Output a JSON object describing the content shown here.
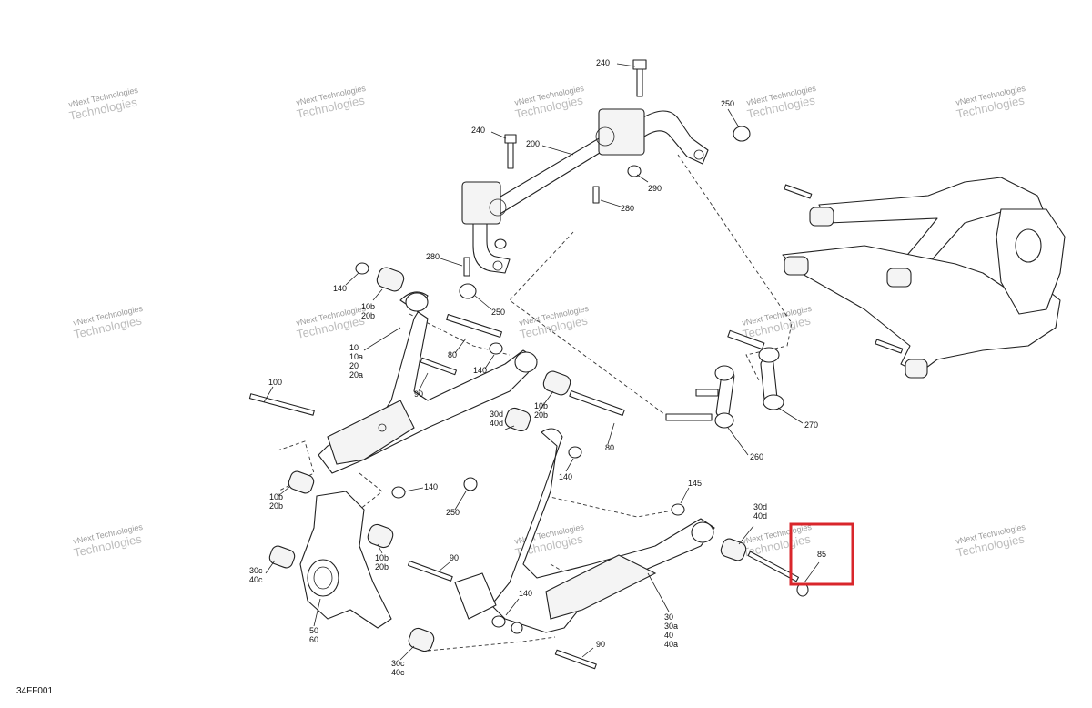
{
  "diagram": {
    "code": "34FF001",
    "watermark_line1": "vNext Technologies",
    "watermark_line2": "Technologies",
    "highlight_label": "85",
    "callouts": [
      {
        "id": "c240a",
        "text": "240"
      },
      {
        "id": "c240b",
        "text": "240"
      },
      {
        "id": "c200",
        "text": "200"
      },
      {
        "id": "c250a",
        "text": "250"
      },
      {
        "id": "c290",
        "text": "290"
      },
      {
        "id": "c280a",
        "text": "280"
      },
      {
        "id": "c280b",
        "text": "280"
      },
      {
        "id": "c250b",
        "text": "250"
      },
      {
        "id": "c140a",
        "text": "140"
      },
      {
        "id": "c10b20b_a",
        "text": "10b\n20b"
      },
      {
        "id": "c10_group",
        "text": "10\n10a\n20\n20a"
      },
      {
        "id": "c80a",
        "text": "80"
      },
      {
        "id": "c140b",
        "text": "140"
      },
      {
        "id": "c90a",
        "text": "90"
      },
      {
        "id": "c100",
        "text": "100"
      },
      {
        "id": "c10b20b_b",
        "text": "10b\n20b"
      },
      {
        "id": "c30d40d_a",
        "text": "30d\n40d"
      },
      {
        "id": "c80b",
        "text": "80"
      },
      {
        "id": "c140c",
        "text": "140"
      },
      {
        "id": "c260",
        "text": "260"
      },
      {
        "id": "c270",
        "text": "270"
      },
      {
        "id": "c140d",
        "text": "140"
      },
      {
        "id": "c250c",
        "text": "250"
      },
      {
        "id": "c10b20b_c",
        "text": "10b\n20b"
      },
      {
        "id": "c145",
        "text": "145"
      },
      {
        "id": "c30d40d_b",
        "text": "30d\n40d"
      },
      {
        "id": "c10b20b_d",
        "text": "10b\n20b"
      },
      {
        "id": "c90b",
        "text": "90"
      },
      {
        "id": "c30c40c_a",
        "text": "30c\n40c"
      },
      {
        "id": "c140e",
        "text": "140"
      },
      {
        "id": "c50_60",
        "text": "50\n60"
      },
      {
        "id": "c30_group",
        "text": "30\n30a\n40\n40a"
      },
      {
        "id": "c90c",
        "text": "90"
      },
      {
        "id": "c30c40c_b",
        "text": "30c\n40c"
      }
    ]
  }
}
